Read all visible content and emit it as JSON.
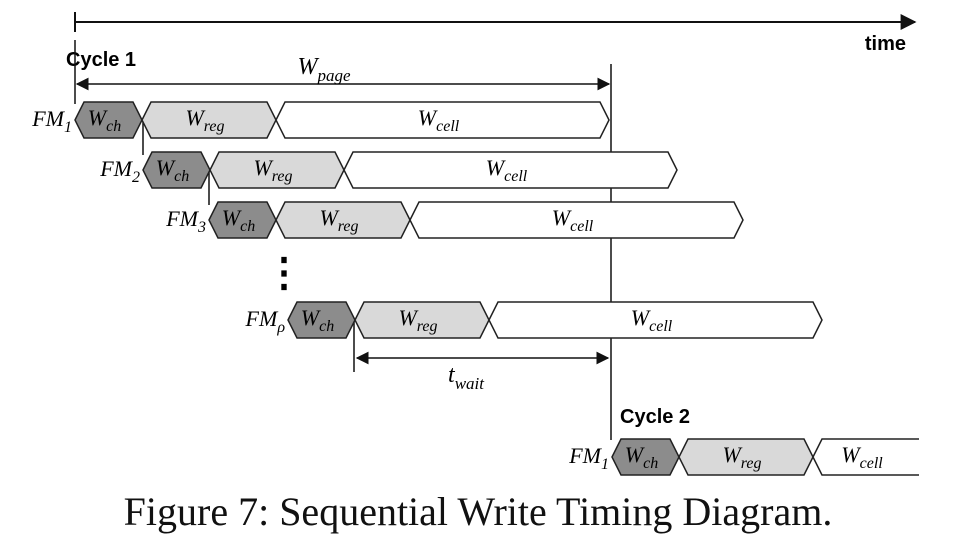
{
  "diagram": {
    "time_label": "time",
    "cycle1_label": "Cycle 1",
    "cycle2_label": "Cycle 2",
    "w_page": {
      "base": "W",
      "sub": "page"
    },
    "t_wait": {
      "base": "t",
      "sub": "wait"
    },
    "ellipsis": "⋮",
    "rows": [
      {
        "name": "fm1",
        "label": {
          "base": "FM",
          "sub": "1"
        },
        "segments": [
          {
            "base": "W",
            "sub": "ch"
          },
          {
            "base": "W",
            "sub": "reg"
          },
          {
            "base": "W",
            "sub": "cell"
          }
        ]
      },
      {
        "name": "fm2",
        "label": {
          "base": "FM",
          "sub": "2"
        },
        "segments": [
          {
            "base": "W",
            "sub": "ch"
          },
          {
            "base": "W",
            "sub": "reg"
          },
          {
            "base": "W",
            "sub": "cell"
          }
        ]
      },
      {
        "name": "fm3",
        "label": {
          "base": "FM",
          "sub": "3"
        },
        "segments": [
          {
            "base": "W",
            "sub": "ch"
          },
          {
            "base": "W",
            "sub": "reg"
          },
          {
            "base": "W",
            "sub": "cell"
          }
        ]
      },
      {
        "name": "fm-rho",
        "label": {
          "base": "FM",
          "sub": "ρ"
        },
        "segments": [
          {
            "base": "W",
            "sub": "ch"
          },
          {
            "base": "W",
            "sub": "reg"
          },
          {
            "base": "W",
            "sub": "cell"
          }
        ]
      },
      {
        "name": "cycle2-fm1",
        "label": {
          "base": "FM",
          "sub": "1"
        },
        "segments": [
          {
            "base": "W",
            "sub": "ch"
          },
          {
            "base": "W",
            "sub": "reg"
          },
          {
            "base": "W",
            "sub": "cell"
          }
        ]
      }
    ],
    "colors": {
      "ch": "#8c8c8c",
      "reg": "#d9d9d9",
      "cell": "#ffffff",
      "stroke": "#222222"
    }
  },
  "caption": "Figure 7: Sequential Write Timing Diagram."
}
